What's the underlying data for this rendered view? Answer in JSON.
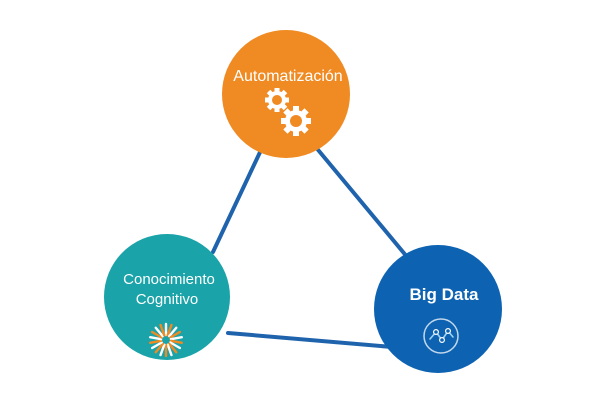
{
  "colors": {
    "edge": "#1f63ad",
    "automation": "#f08a22",
    "cognitive": "#1aa3a8",
    "bigdata": "#0d63b2",
    "icon_light": "#ffffff",
    "icon_orange": "#f08a22",
    "icon_cyan_on_blue": "#9ed3f2"
  },
  "nodes": {
    "automation": {
      "label": "Automatización",
      "icon": "gears-icon"
    },
    "cognitive": {
      "label_line1": "Conocimiento",
      "label_line2": "Cognitivo",
      "icon": "starburst-icon"
    },
    "bigdata": {
      "label": "Big Data",
      "icon": "data-graph-icon"
    }
  },
  "edges": [
    {
      "from": "automation",
      "to": "cognitive"
    },
    {
      "from": "automation",
      "to": "bigdata"
    },
    {
      "from": "cognitive",
      "to": "bigdata"
    }
  ]
}
